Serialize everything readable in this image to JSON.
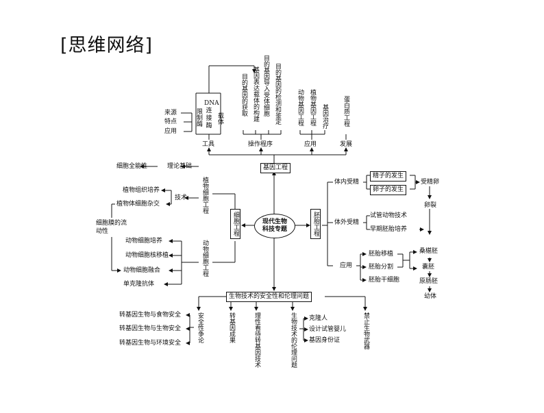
{
  "heading": "[思维网络]",
  "center": {
    "line1": "现代生物",
    "line2": "科技专题"
  },
  "gene": {
    "title": "基因工程",
    "tools": {
      "label": "工具",
      "dna_ligase": "DNA连接酶",
      "restriction": "限制酶",
      "carrier": "载体",
      "source": "来源",
      "feature": "特点",
      "use": "应用"
    },
    "procedure": {
      "label": "操作程序",
      "step1": "目的基因的获取",
      "step2": "基因表达载体的构建",
      "step3": "目的基因导入受体细胞",
      "step4": "目的基因的检测和鉴定"
    },
    "application": {
      "label": "应用",
      "animal": "动物基因工程",
      "plant": "植物基因工程",
      "therapy": "基因治疗"
    },
    "development": {
      "label": "发展",
      "protein": "蛋白质工程"
    }
  },
  "cell": {
    "title": "细胞工程",
    "plant": {
      "title": "植物细胞工程",
      "theory": "理论基础",
      "totipotency": "细胞全能性",
      "tech": "技术",
      "tissue_culture": "植物组织培养",
      "hybridization": "植物体细胞杂交"
    },
    "fluidity": "细胞膜的流动性",
    "animal": {
      "title": "动物细胞工程",
      "culture": "动物细胞培养",
      "nuclear_transfer": "动物细胞核移植",
      "fusion": "动物细胞融合",
      "antibody": "单克隆抗体"
    }
  },
  "embryo": {
    "title": "胚胎工程",
    "in_vivo": {
      "label": "体内受精",
      "sperm": "精子的发生",
      "egg": "卵子的发生",
      "fertilized": "受精卵",
      "cleavage": "卵裂"
    },
    "in_vitro": {
      "label": "体外受精",
      "tech": "试管动物技术",
      "early": "早期胚胎培养"
    },
    "application": {
      "label": "应用",
      "transfer": "胚胎移植",
      "division": "胚胎分割",
      "stem": "胚胎干细胞",
      "morula": "桑椹胚",
      "blastocyst": "囊胚",
      "gastrula": "原肠胚",
      "young": "幼体"
    }
  },
  "safety": {
    "title": "生物技术的安全性和伦理问题",
    "debate": {
      "label": "安全性争论",
      "food": "转基因生物与食物安全",
      "bio": "转基因生物与生物安全",
      "env": "转基因生物与环境安全"
    },
    "gm": "转基因成果",
    "rational": "理性看待转基因技术",
    "ethics": {
      "label": "生物技术的伦理问题",
      "clone": "克隆人",
      "designer": "设计试管婴儿",
      "gene_id": "基因身份证"
    },
    "weapons": "禁止生物武器"
  }
}
